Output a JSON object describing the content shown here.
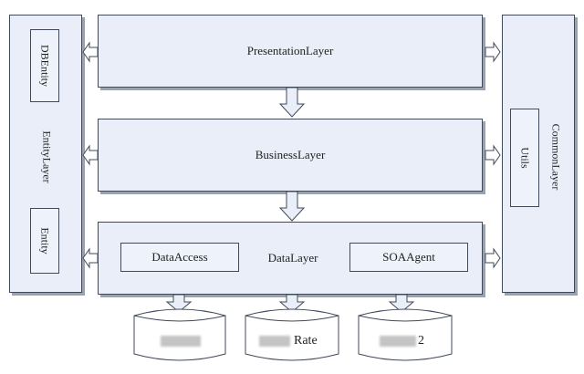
{
  "layers": {
    "presentation": "PresentationLayer",
    "business": "BusinessLayer",
    "data": "DataLayer",
    "entity": "EntityLayer",
    "common": "CommonLayer"
  },
  "entity_items": {
    "db_entity": "DBEntity",
    "entity": "Entity"
  },
  "common_items": {
    "utils": "Utils"
  },
  "data_items": {
    "data_access": "DataAccess",
    "soa_agent": "SOAAgent"
  },
  "databases": {
    "db2": "Rate",
    "db3": "2"
  },
  "colors": {
    "box_fill": "#e9eef8",
    "border": "#404a5a",
    "shadow": "#9aa2ad"
  }
}
